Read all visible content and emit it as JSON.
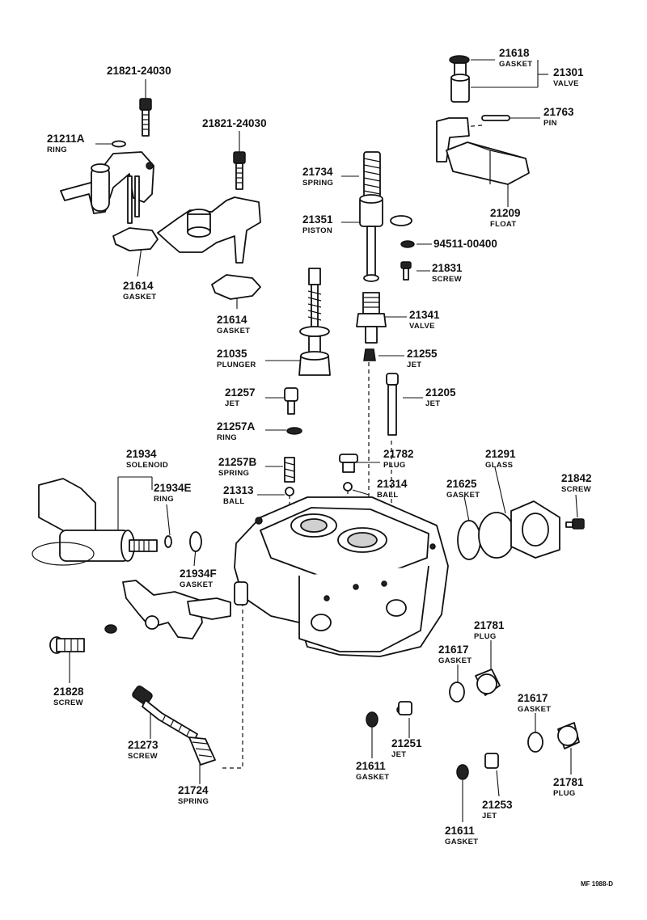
{
  "reference_code": "MF 1988-D",
  "parts": [
    {
      "id": "p01",
      "number": "21821-24030",
      "name": ""
    },
    {
      "id": "p02",
      "number": "21211A",
      "name": "RING"
    },
    {
      "id": "p03",
      "number": "21821-24030",
      "name": ""
    },
    {
      "id": "p04",
      "number": "21614",
      "name": "GASKET"
    },
    {
      "id": "p05",
      "number": "21614",
      "name": "GASKET"
    },
    {
      "id": "p06",
      "number": "21618",
      "name": "GASKET"
    },
    {
      "id": "p07",
      "number": "21301",
      "name": "VALVE"
    },
    {
      "id": "p08",
      "number": "21763",
      "name": "PIN"
    },
    {
      "id": "p09",
      "number": "21209",
      "name": "FLOAT"
    },
    {
      "id": "p10",
      "number": "21734",
      "name": "SPRING"
    },
    {
      "id": "p11",
      "number": "21351",
      "name": "PISTON"
    },
    {
      "id": "p12",
      "number": "94511-00400",
      "name": ""
    },
    {
      "id": "p13",
      "number": "21831",
      "name": "SCREW"
    },
    {
      "id": "p14",
      "number": "21341",
      "name": "VALVE"
    },
    {
      "id": "p15",
      "number": "21035",
      "name": "PLUNGER"
    },
    {
      "id": "p16",
      "number": "21255",
      "name": "JET"
    },
    {
      "id": "p17",
      "number": "21257",
      "name": "JET"
    },
    {
      "id": "p18",
      "number": "21205",
      "name": "JET"
    },
    {
      "id": "p19",
      "number": "21257A",
      "name": "RING"
    },
    {
      "id": "p20",
      "number": "21934",
      "name": "SOLENOID"
    },
    {
      "id": "p21",
      "number": "21782",
      "name": "PLUG"
    },
    {
      "id": "p22",
      "number": "21291",
      "name": "GLASS"
    },
    {
      "id": "p23",
      "number": "21257B",
      "name": "SPRING"
    },
    {
      "id": "p24",
      "number": "21934E",
      "name": "RING"
    },
    {
      "id": "p25",
      "number": "21625",
      "name": "GASKET"
    },
    {
      "id": "p26",
      "number": "21842",
      "name": "SCREW"
    },
    {
      "id": "p27",
      "number": "21313",
      "name": "BALL"
    },
    {
      "id": "p28",
      "number": "21314",
      "name": "BALL"
    },
    {
      "id": "p29",
      "number": "21934F",
      "name": "GASKET"
    },
    {
      "id": "p30",
      "number": "21781",
      "name": "PLUG"
    },
    {
      "id": "p31",
      "number": "21617",
      "name": "GASKET"
    },
    {
      "id": "p32",
      "number": "21828",
      "name": "SCREW"
    },
    {
      "id": "p33",
      "number": "21617",
      "name": "GASKET"
    },
    {
      "id": "p34",
      "number": "21251",
      "name": "JET"
    },
    {
      "id": "p35",
      "number": "21273",
      "name": "SCREW"
    },
    {
      "id": "p36",
      "number": "21611",
      "name": "GASKET"
    },
    {
      "id": "p37",
      "number": "21781",
      "name": "PLUG"
    },
    {
      "id": "p38",
      "number": "21724",
      "name": "SPRING"
    },
    {
      "id": "p39",
      "number": "21253",
      "name": "JET"
    },
    {
      "id": "p40",
      "number": "21611",
      "name": "GASKET"
    }
  ]
}
